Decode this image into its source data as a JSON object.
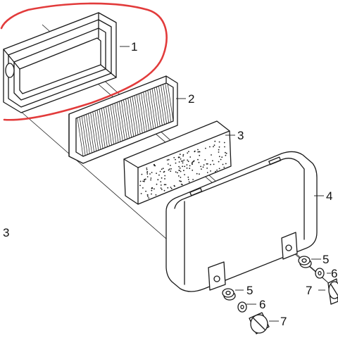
{
  "diagram": {
    "callouts": [
      {
        "id": "label-1",
        "text": "1"
      },
      {
        "id": "label-2",
        "text": "2"
      },
      {
        "id": "label-3",
        "text": "3"
      },
      {
        "id": "label-4",
        "text": "4"
      },
      {
        "id": "label-5a",
        "text": "5"
      },
      {
        "id": "label-5b",
        "text": "5"
      },
      {
        "id": "label-6a",
        "text": "6"
      },
      {
        "id": "label-6b",
        "text": "6"
      },
      {
        "id": "label-7a",
        "text": "7"
      },
      {
        "id": "label-7b",
        "text": "7"
      },
      {
        "id": "label-3-left",
        "text": "3"
      }
    ],
    "highlight_color": "#e23b3b",
    "line_color": "#1a1a1a"
  }
}
